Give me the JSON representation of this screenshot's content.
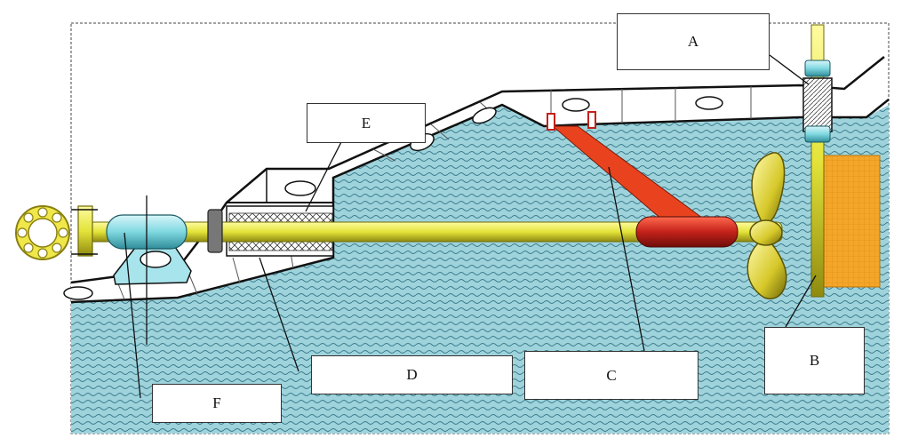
{
  "labels": {
    "a": "A",
    "b": "B",
    "c": "C",
    "d": "D",
    "e": "E",
    "f": "F"
  },
  "colors": {
    "water": "#9fd3dc",
    "water_wave": "#3a7c8c",
    "shaft": "#e3e33a",
    "shaft_dark": "#a8a01a",
    "bracket": "#e8431e",
    "bearing_red": "#c4211a",
    "thrust_bearing": "#7fd8e0",
    "rudder": "#f4a62a",
    "hull_line": "#111111"
  }
}
